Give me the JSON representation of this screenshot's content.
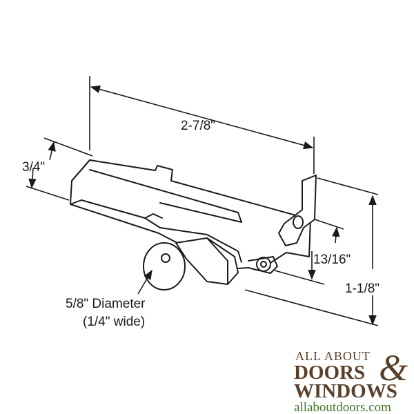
{
  "dimensions": {
    "length": "2-7/8\"",
    "width": "3/4\"",
    "tab_height": "13/16\"",
    "total_height": "1-1/8\""
  },
  "wheel_note": {
    "line1": "5/8\" Diameter",
    "line2": "(1/4\" wide)"
  },
  "logo": {
    "top_line": "ALL ABOUT",
    "doors": "DOORS",
    "ampersand": "&",
    "windows": "WINDOWS",
    "url": "allaboutdoors.com"
  },
  "colors": {
    "line": "#1a1a1a",
    "logo_brown": "#5a3f2a",
    "logo_green": "#3b7a26"
  }
}
